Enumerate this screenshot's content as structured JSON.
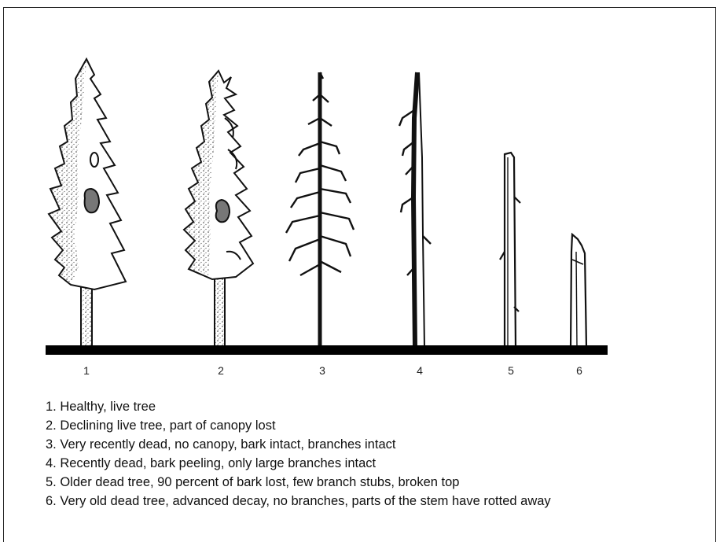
{
  "figure": {
    "stage_numbers": [
      "1",
      "2",
      "3",
      "4",
      "5",
      "6"
    ]
  },
  "legend": {
    "items": [
      "1. Healthy, live tree",
      "2. Declining live tree, part of canopy lost",
      "3. Very recently dead, no canopy, bark intact, branches intact",
      "4. Recently dead, bark peeling, only large branches intact",
      "5. Older dead tree, 90 percent of bark lost, few branch stubs, broken top",
      "6. Very old dead tree, advanced decay, no branches, parts of the stem have rotted away"
    ]
  }
}
